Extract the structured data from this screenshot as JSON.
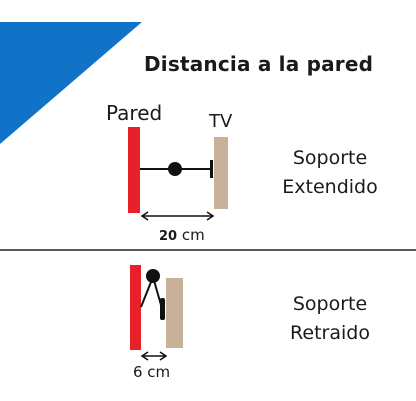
{
  "title": "Distancia a la pared",
  "labels": {
    "wall": "Pared",
    "tv": "TV"
  },
  "extended": {
    "distance_value": "20",
    "distance_unit": " cm",
    "description_line1": "Soporte",
    "description_line2": "Extendido"
  },
  "retracted": {
    "distance": "6 cm",
    "description_line1": "Soporte",
    "description_line2": "Retraido"
  },
  "colors": {
    "corner_accent": "#1173c8",
    "wall": "#e8202a",
    "tv": "#c7b299",
    "divider": "#222222"
  }
}
